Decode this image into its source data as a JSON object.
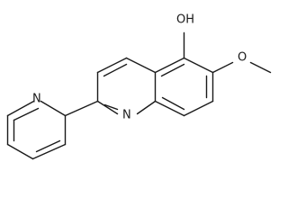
{
  "atoms": {
    "hydroxyl": "OH",
    "methoxy_oxygen": "O",
    "quinoline_nitrogen": "N",
    "pyridine_nitrogen": "N"
  }
}
